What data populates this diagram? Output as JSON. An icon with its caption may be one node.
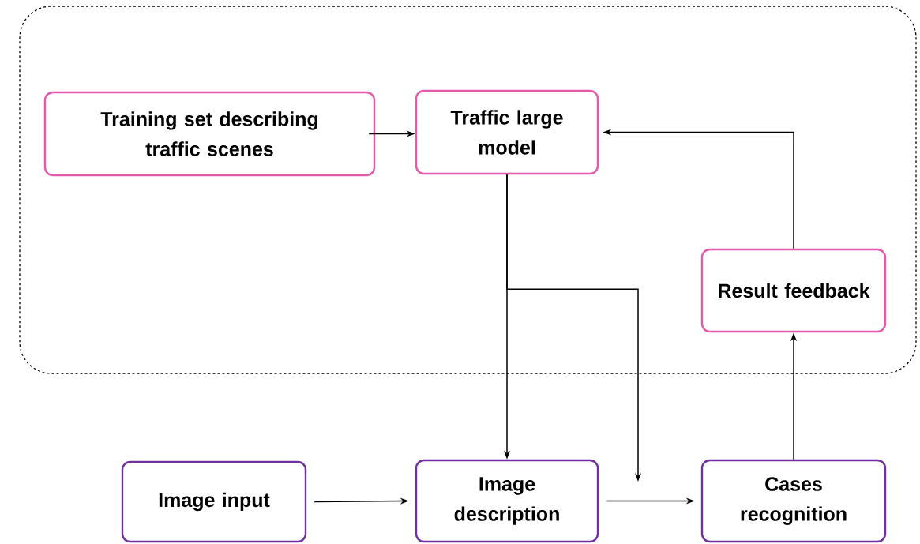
{
  "diagram": {
    "nodes": [
      {
        "text": [],
        "shape": "box"
      },
      {
        "text": [
          "Training set describing traffic scenes"
        ],
        "in": 0
      },
      {
        "text": [
          "Traffic large model"
        ],
        "in": 0
      },
      {
        "text": [
          "Result feedback"
        ],
        "in": 0
      },
      {
        "text": [
          "Image input"
        ]
      },
      {
        "text": [
          "Image description"
        ]
      },
      {
        "text": [
          "Cases recognition"
        ]
      }
    ],
    "edges": [
      {
        "from": 1,
        "to": 2,
        "arrow": "to"
      },
      {
        "from": 2,
        "to": 5,
        "arrow": "to"
      },
      {
        "from": 2,
        "to": null,
        "arrow": "to"
      },
      {
        "from": 4,
        "to": 5,
        "arrow": "to"
      },
      {
        "from": 5,
        "to": 6,
        "arrow": "to"
      },
      {
        "from": 6,
        "to": 3,
        "arrow": "to"
      },
      {
        "from": 3,
        "to": 2,
        "arrow": "to"
      }
    ]
  }
}
